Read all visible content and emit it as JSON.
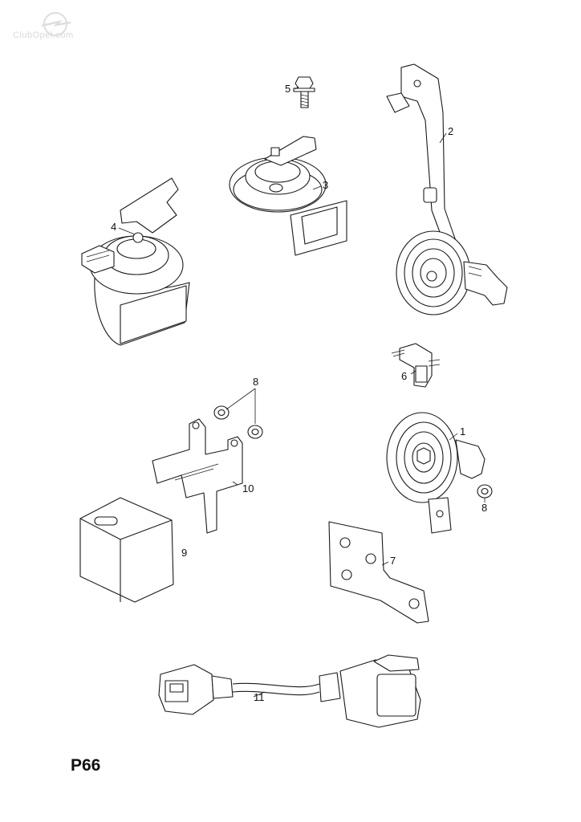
{
  "watermark": {
    "text": "ClubOpel.com",
    "icon": "opel-lightning-logo-icon"
  },
  "page_code": "P66",
  "callouts": {
    "c1": "1",
    "c2": "2",
    "c3": "3",
    "c4": "4",
    "c5": "5",
    "c6": "6",
    "c7": "7",
    "c8a": "8",
    "c8b": "8",
    "c9": "9",
    "c10": "10",
    "c11": "11"
  },
  "colors": {
    "line": "#1a1a1a",
    "background": "#ffffff",
    "watermark": "#d9d9d9"
  }
}
